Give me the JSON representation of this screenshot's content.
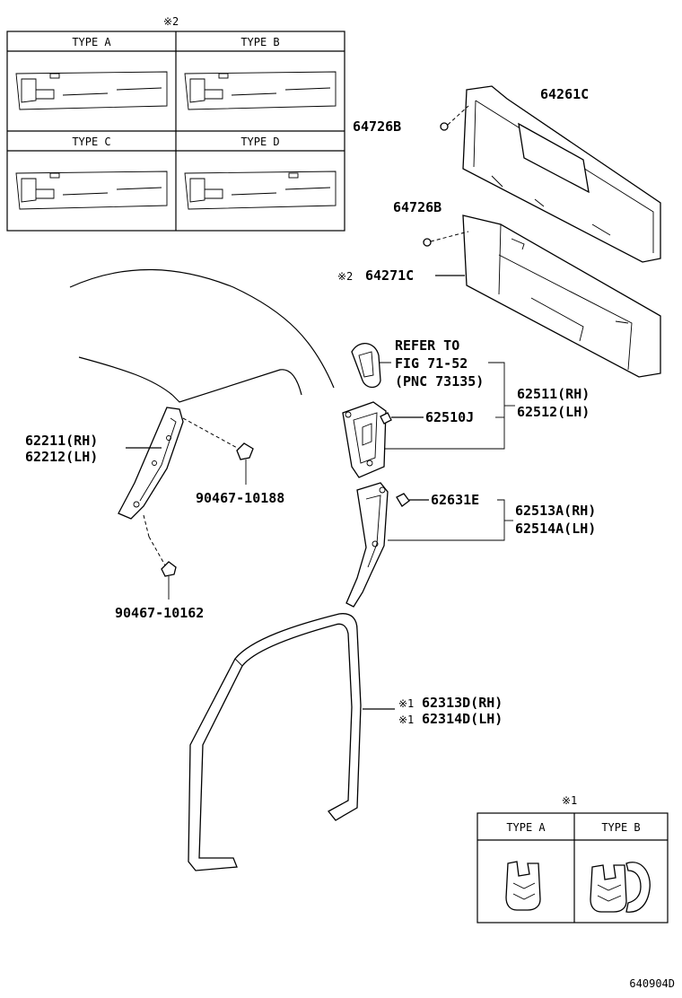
{
  "marks": {
    "note1": "※1",
    "note2": "※2"
  },
  "type_table_top": {
    "cells": [
      "TYPE A",
      "TYPE B",
      "TYPE C",
      "TYPE D"
    ]
  },
  "type_table_bottom": {
    "cells": [
      "TYPE A",
      "TYPE B"
    ]
  },
  "labels": {
    "p64261c": "64261C",
    "p64726b_1": "64726B",
    "p64726b_2": "64726B",
    "p64271c": "64271C",
    "refer_1": "REFER TO",
    "refer_2": "FIG 71-52",
    "refer_3": "(PNC 73135)",
    "p62511": "62511(RH)",
    "p62512": "62512(LH)",
    "p62510j": "62510J",
    "p62211": "62211(RH)",
    "p62212": "62212(LH)",
    "p90467_10188": "90467-10188",
    "p62631e": "62631E",
    "p62513a": "62513A(RH)",
    "p62514a": "62514A(LH)",
    "p90467_10162": "90467-10162",
    "p62313d": "62313D(RH)",
    "p62314d": "62314D(LH)",
    "fig_code": "640904D"
  }
}
